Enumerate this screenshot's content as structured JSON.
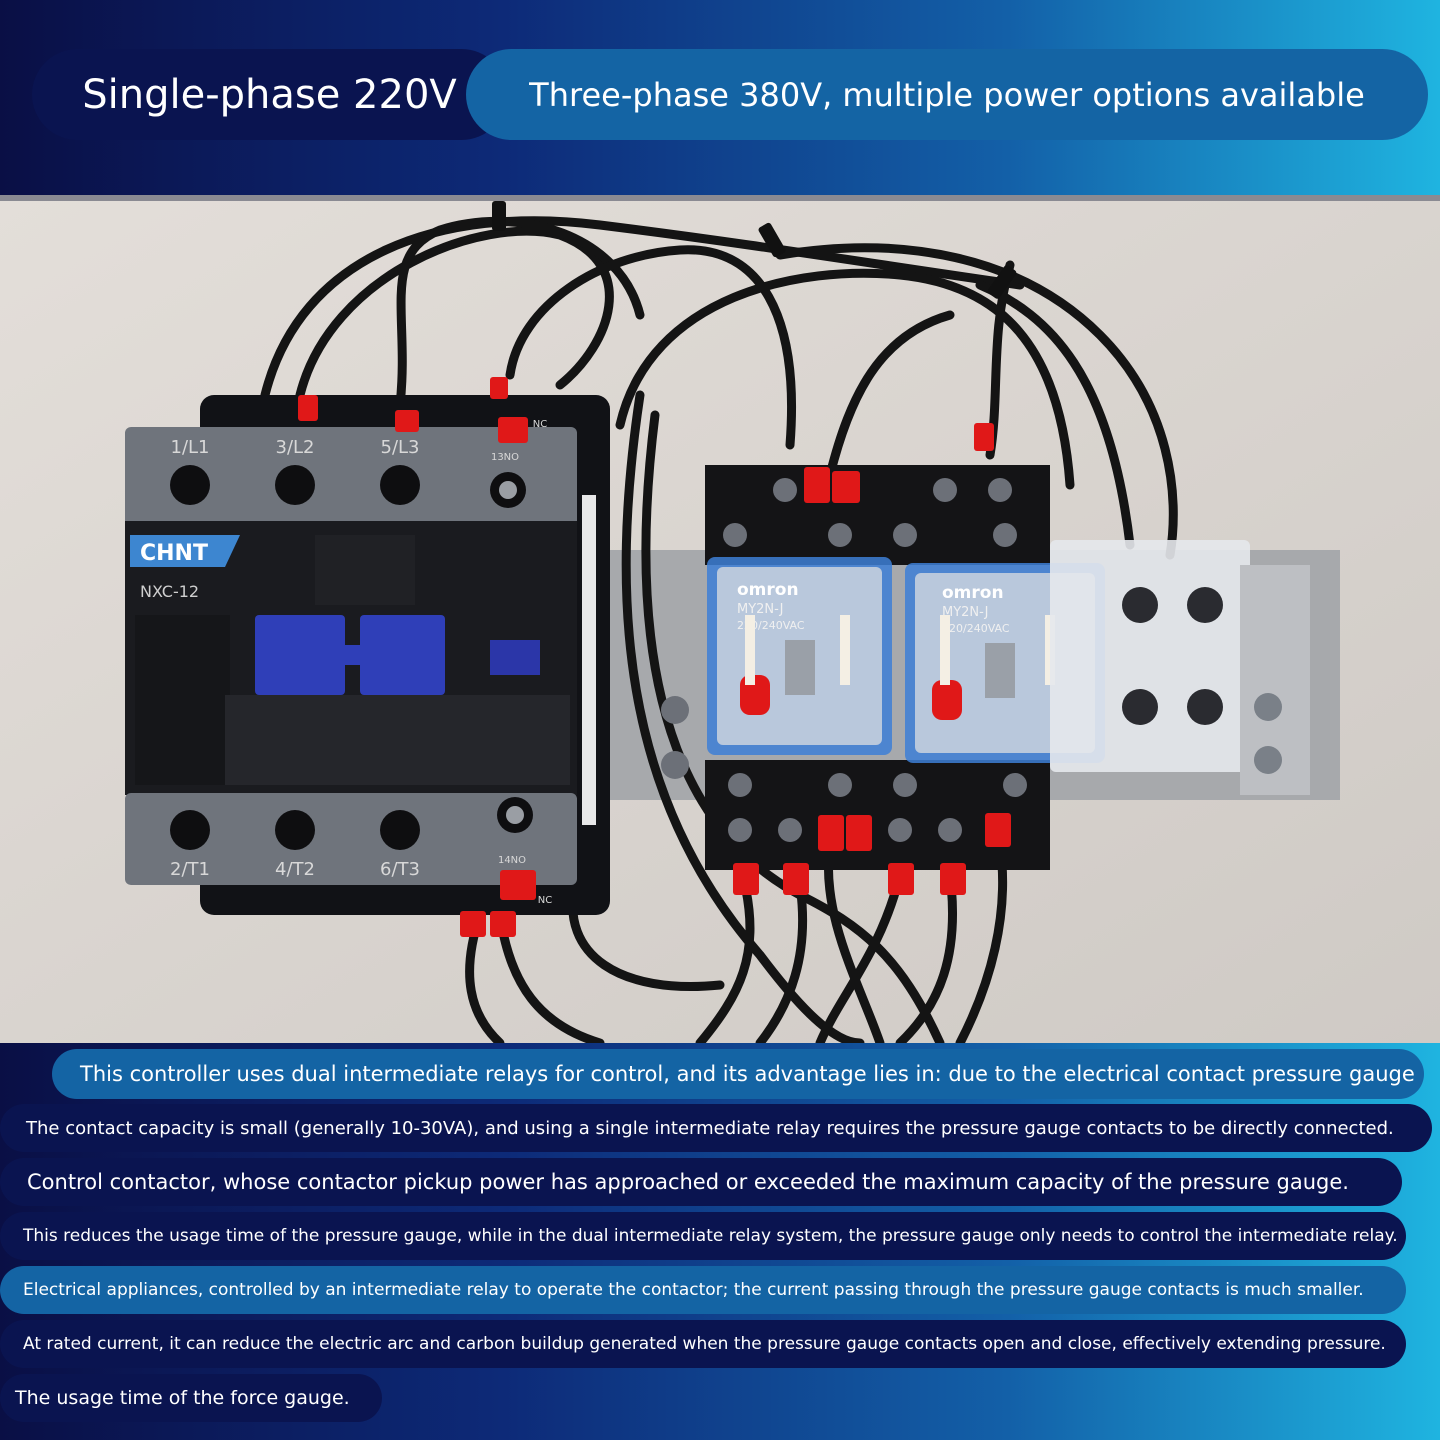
{
  "header": {
    "pill_single": "Single-phase 220V",
    "pill_three": "Three-phase 380V, multiple power options available"
  },
  "photo": {
    "contactor": {
      "brand": "CHNT",
      "model": "NXC-12",
      "top_terminals": [
        "1/L1",
        "3/L2",
        "5/L3",
        "13NO"
      ],
      "bottom_terminals": [
        "2/T1",
        "4/T2",
        "6/T3",
        "14NO"
      ],
      "top_nc": "NC",
      "bottom_nc": "NC"
    },
    "relays": [
      {
        "brand": "omron",
        "model": "MY2N-J",
        "rating": "220/240VAC"
      },
      {
        "brand": "omron",
        "model": "MY2N-J",
        "rating": "220/240VAC"
      }
    ]
  },
  "description": {
    "lines": [
      "This controller uses dual intermediate relays for control, and its advantage lies in: due to the electrical contact pressure gauge",
      "The contact capacity is small (generally 10-30VA), and using a single intermediate relay requires the pressure gauge contacts to be directly connected.",
      "Control contactor, whose contactor pickup power has approached or exceeded the maximum capacity of the pressure gauge.",
      "This reduces the usage time of the pressure gauge, while in the dual intermediate relay system, the pressure gauge only needs to control the intermediate relay.",
      "Electrical appliances, controlled by an intermediate relay to operate the contactor; the current passing through the pressure gauge contacts is much smaller.",
      "At rated current, it can reduce the electric arc and carbon buildup generated when the pressure gauge contacts open and close, effectively extending pressure.",
      "The usage time of the force gauge."
    ]
  },
  "colors": {
    "pill_dark": "#0a1450",
    "pill_blue": "#1464a4",
    "wall": "#d9d4cf",
    "contactor_grey": "#6f747c",
    "contactor_black": "#1a1b1f",
    "button_blue": "#2f3fb8",
    "wire_tip_red": "#e01818",
    "relay_blue": "#3d7fd6"
  }
}
